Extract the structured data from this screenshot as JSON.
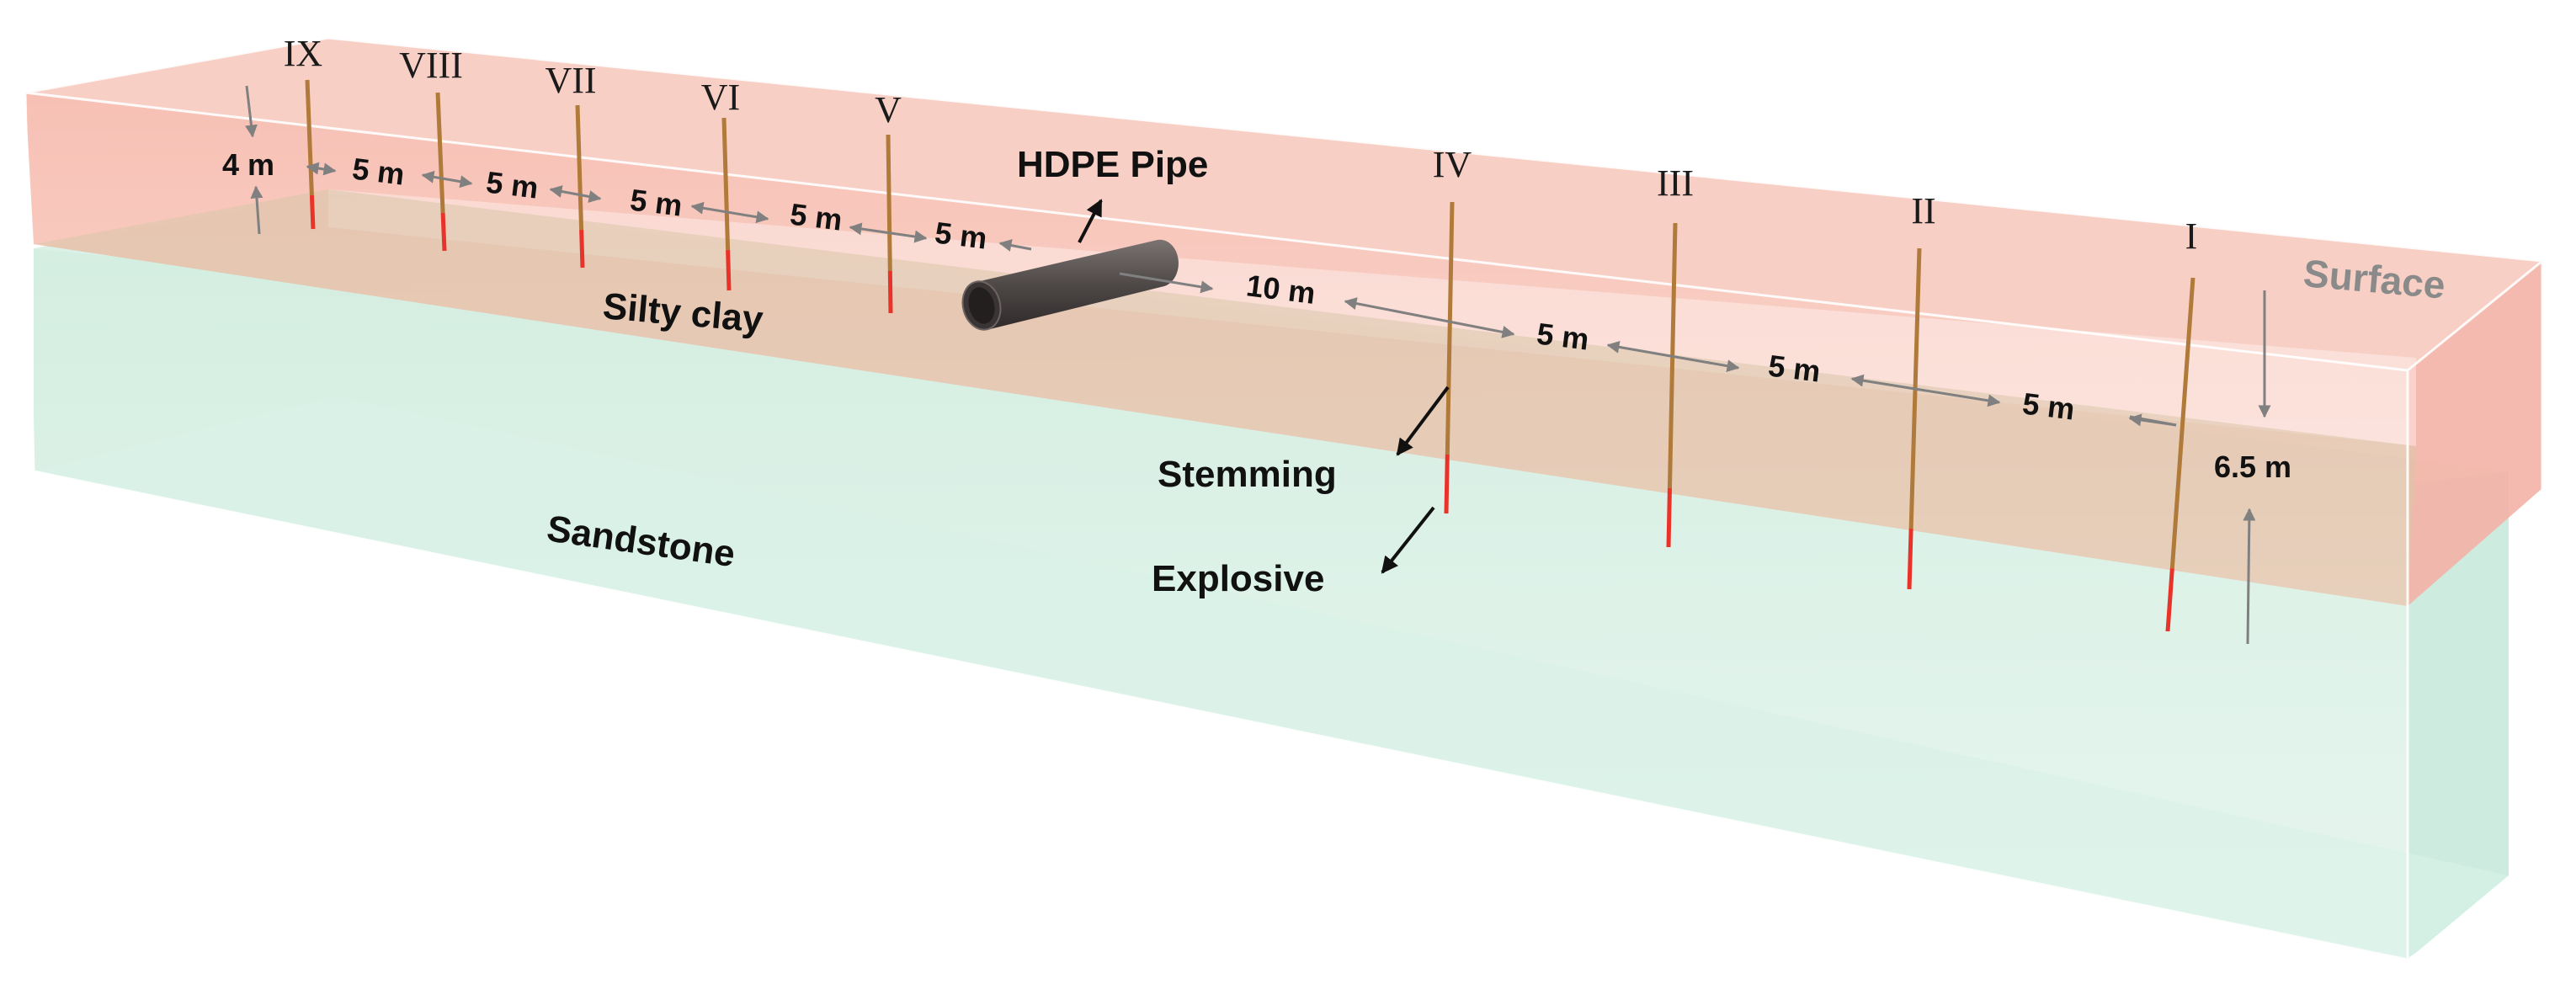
{
  "diagram": {
    "layers": {
      "surface_label": "Surface",
      "silty_clay_label": "Silty clay",
      "sandstone_label": "Sandstone",
      "colors": {
        "silty_clay": "#f4c2b8",
        "sandstone": "#bfe6d4",
        "box_edge": "#ffffff"
      }
    },
    "pipe_label": "HDPE Pipe",
    "stemming_label": "Stemming",
    "explosive_label": "Explosive",
    "clay_thickness_left": "4 m",
    "clay_thickness_right": "6.5 m",
    "boreholes": [
      "IX",
      "VIII",
      "VII",
      "VI",
      "V",
      "IV",
      "III",
      "II",
      "I"
    ],
    "spacings": [
      "5 m",
      "5 m",
      "5 m",
      "5 m",
      "5 m",
      "10 m",
      "5 m",
      "5 m",
      "5 m"
    ],
    "colors": {
      "stemming": "#b07a3a",
      "explosive": "#e8322a",
      "pipe": "#555555",
      "arrow_gray": "#808080",
      "arrow_black": "#111111"
    }
  }
}
